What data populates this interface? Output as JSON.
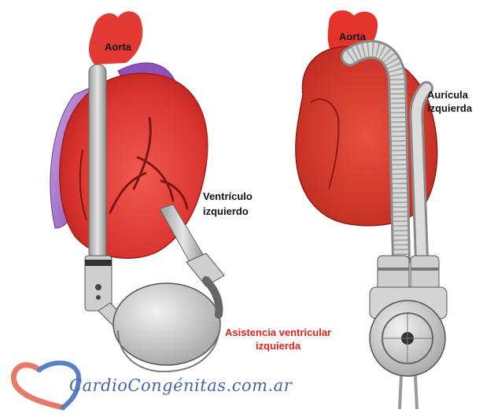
{
  "labels": {
    "aorta_left": "Aorta",
    "ventricle_line1": "Ventrículo",
    "ventricle_line2": "izquierdo",
    "aorta_right": "Aorta",
    "atrium_line1": "Aurícula",
    "atrium_line2": "izquierda",
    "assist_line1": "Asistencia ventricular",
    "assist_line2": "izquierda"
  },
  "watermark": {
    "text": "CardioCongénitas.com.ar",
    "color": "#4a63a8",
    "heart_colors": [
      "#e57a6b",
      "#5a7fc4"
    ]
  },
  "colors": {
    "heart_red": "#d93a34",
    "vessel_purple": "#8a4fb7",
    "device_gray": "#b8b8b8",
    "label_red": "#e2211c"
  }
}
